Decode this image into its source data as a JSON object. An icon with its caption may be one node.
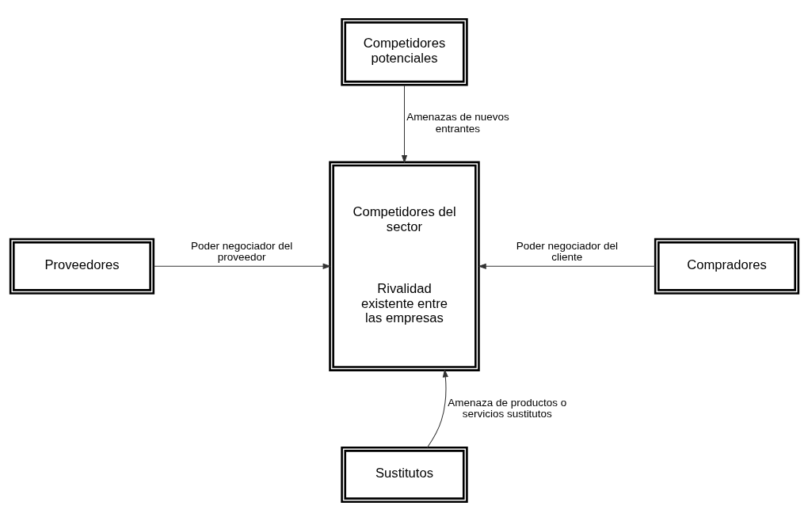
{
  "diagram": {
    "nodes": [
      {
        "text": [
          "Competidores potenciales"
        ]
      },
      {
        "text": [
          "Competidores del sector",
          "Rivalidad existente entre las empresas"
        ]
      },
      {
        "text": [
          "Proveedores"
        ]
      },
      {
        "text": [
          "Compradores"
        ]
      },
      {
        "text": [
          "Sustitutos"
        ]
      }
    ],
    "edges": [
      {
        "from": 0,
        "to": 1,
        "arrow": "to",
        "label": "Amenazas de nuevos entrantes"
      },
      {
        "from": 2,
        "to": 1,
        "arrow": "to",
        "label": "Poder negociador del proveedor"
      },
      {
        "from": 3,
        "to": 1,
        "arrow": "to",
        "label": "Poder negociador del cliente"
      },
      {
        "from": 4,
        "to": 1,
        "arrow": "to",
        "label": "Amenaza de productos o servicios sustitutos"
      }
    ]
  }
}
